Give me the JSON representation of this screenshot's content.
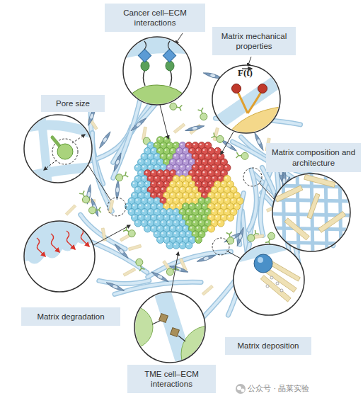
{
  "diagram": {
    "nodes": [
      {
        "text": [
          "Cancer cell–ECM interactions"
        ]
      },
      {
        "text": [
          "Matrix mechanical properties"
        ]
      },
      {
        "text": [
          "Pore size"
        ]
      },
      {
        "text": [
          "Matrix composition and architecture"
        ]
      },
      {
        "text": [
          "Matrix degradation"
        ]
      },
      {
        "text": [
          "Matrix deposition"
        ]
      },
      {
        "text": [
          "TME cell–ECM interactions"
        ]
      }
    ],
    "labels": [
      "F(t)",
      "公众号 · 晶莱实验"
    ]
  }
}
